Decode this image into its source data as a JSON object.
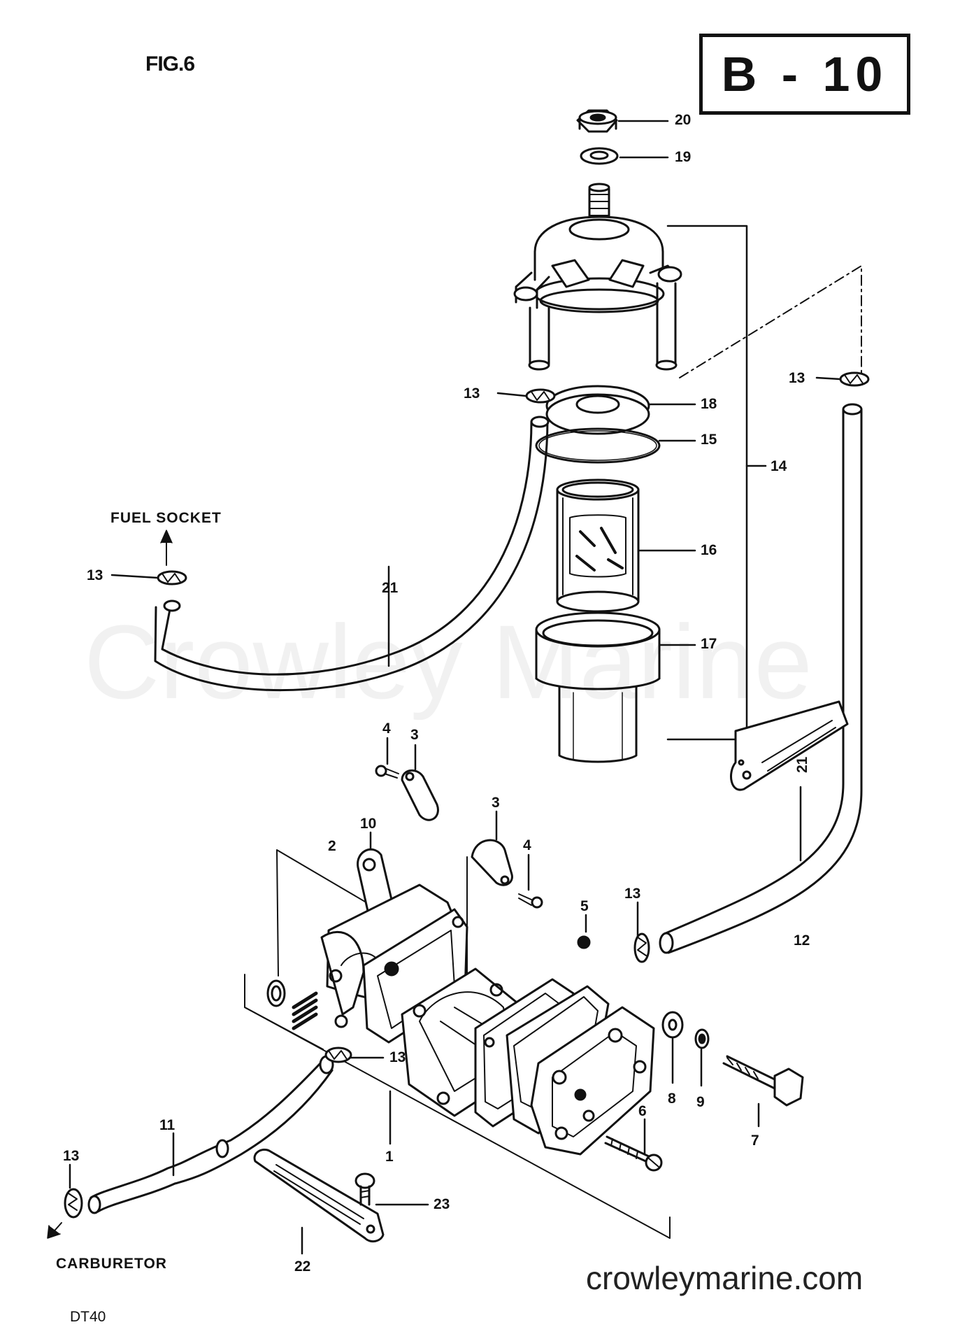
{
  "header": {
    "figure": "FIG.6",
    "section_code": "B - 10"
  },
  "callouts": {
    "c1": "1",
    "c2": "2",
    "c3a": "3",
    "c3b": "3",
    "c4a": "4",
    "c4b": "4",
    "c5": "5",
    "c6": "6",
    "c7": "7",
    "c8": "8",
    "c9": "9",
    "c10": "10",
    "c11": "11",
    "c12": "12",
    "c13a": "13",
    "c13b": "13",
    "c13c": "13",
    "c13d": "13",
    "c13e": "13",
    "c13f": "13",
    "c14": "14",
    "c15": "15",
    "c16": "16",
    "c17": "17",
    "c18": "18",
    "c19": "19",
    "c20": "20",
    "c21a": "21",
    "c21b": "21",
    "c22": "22",
    "c23": "23"
  },
  "destinations": {
    "fuel_socket": "FUEL SOCKET",
    "carburetor": "CARBURETOR"
  },
  "footer": {
    "model": "DT40",
    "website": "crowleymarine.com"
  },
  "watermark": "Crowley Marine",
  "colors": {
    "ink": "#111111",
    "paper": "#ffffff"
  }
}
